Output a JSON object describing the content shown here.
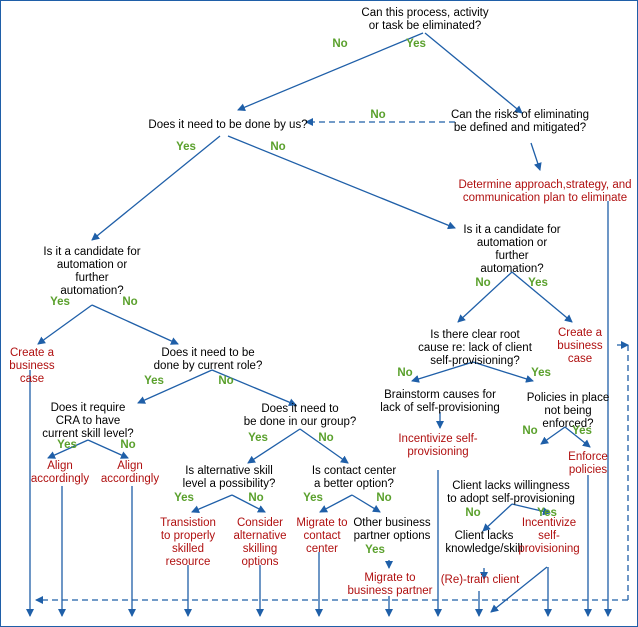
{
  "nodes": {
    "q_eliminate": "Can this process, activity\nor task be eliminated?",
    "q_done_by_us": "Does it need to be done by us?",
    "q_risks": "Can the risks of eliminating\nbe defined and mitigated?",
    "a_determine": "Determine approach,strategy, and\ncommunication plan to eliminate",
    "q_auto_left": "Is it a candidate for\nautomation or\nfurther\nautomation?",
    "q_auto_right": "Is it a candidate for\nautomation or\nfurther\nautomation?",
    "a_business_case_left": "Create a\nbusiness\ncase",
    "a_business_case_right": "Create a\nbusiness\ncase",
    "q_current_role": "Does it need to be\ndone by current role?",
    "q_root_cause": "Is there clear root\ncause re: lack of client\nself-provisioning?",
    "q_cra": "Does it require\nCRA to have\ncurrent skill level?",
    "q_our_group": "Does it need to\nbe done in our group?",
    "q_brainstorm": "Brainstorm causes for\nlack of self-provisioning",
    "q_policies": "Policies in place\nnot being\nenforced?",
    "a_align_1": "Align\naccordingly",
    "a_align_2": "Align\naccordingly",
    "a_incentivize_1": "Incentivize self-\nprovisioning",
    "a_enforce": "Enforce\npolicies",
    "q_alt_skill": "Is alternative skill\nlevel a possibility?",
    "q_contact_center": "Is contact center\na better option?",
    "q_willingness": "Client lacks willingness\nto adopt self-provisioning",
    "a_transition": "Transistion\nto properly\nskilled\nresource",
    "a_consider": "Consider\nalternative\nskilling\noptions",
    "a_migrate_cc": "Migrate to\ncontact\ncenter",
    "q_other_partner": "Other business\npartner options",
    "q_knowledge": "Client lacks\nknowledge/skill",
    "a_incentivize_2": "Incentivize\nself-\nprovisioning",
    "a_migrate_bp": "Migrate to\nbusiness partner",
    "a_retrain": "(Re)-train client"
  },
  "edge_labels": {
    "no": "No",
    "yes": "Yes"
  },
  "colors": {
    "arrow": "#1f5fa8",
    "question": "#000000",
    "action": "#b01010",
    "answer": "#5aa02c"
  }
}
